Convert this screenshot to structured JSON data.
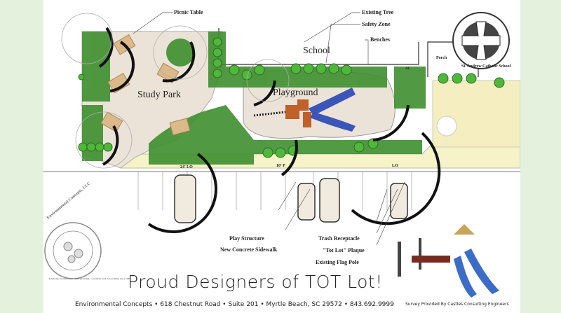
{
  "plan": {
    "areas": {
      "study_park": "Study Park",
      "playground": "Playground",
      "school": "School",
      "porch": "Porch"
    },
    "callouts": {
      "picnic_table": "Picnic Table",
      "existing_tree": "Existing Tree",
      "safety_zone": "Safety Zone",
      "benches": "Benches",
      "play_structure": "Play Structure",
      "new_concrete_sidewalk": "New Concrete Sidewalk",
      "trash_receptacle": "Trash Receptacle",
      "tot_lot_plaque": "\"Tot Lot\" Plaque",
      "existing_flag_pole": "Existing Flag Pole"
    },
    "dimensions": {
      "lo_24": "24' LO",
      "p_10": "10' P",
      "lo": "LO",
      "ac": "AC"
    }
  },
  "logos": {
    "environmental_concepts": "Environmental Concepts, LLC",
    "environmental_concepts_sub": "landscape architecture · land planning · creativity and stewardship since 1987",
    "st_andrew": "St. Andrew Catholic School"
  },
  "footer": {
    "tagline": "Proud Designers of TOT Lot!",
    "address": "Environmental Concepts • 618 Chestnut Road • Suite 201 • Myrtle Beach, SC 29572 • 843.692.9999",
    "survey": "Survey Provided By Castles Consulting Engineers"
  },
  "colors": {
    "border": "#e4f1dd",
    "park": "#ece3d8",
    "shrub": "#3f8f2f",
    "tree": "#4fb83a",
    "walk": "#f7f3c8",
    "slide": "#3b55b8",
    "structure": "#c0602a"
  }
}
